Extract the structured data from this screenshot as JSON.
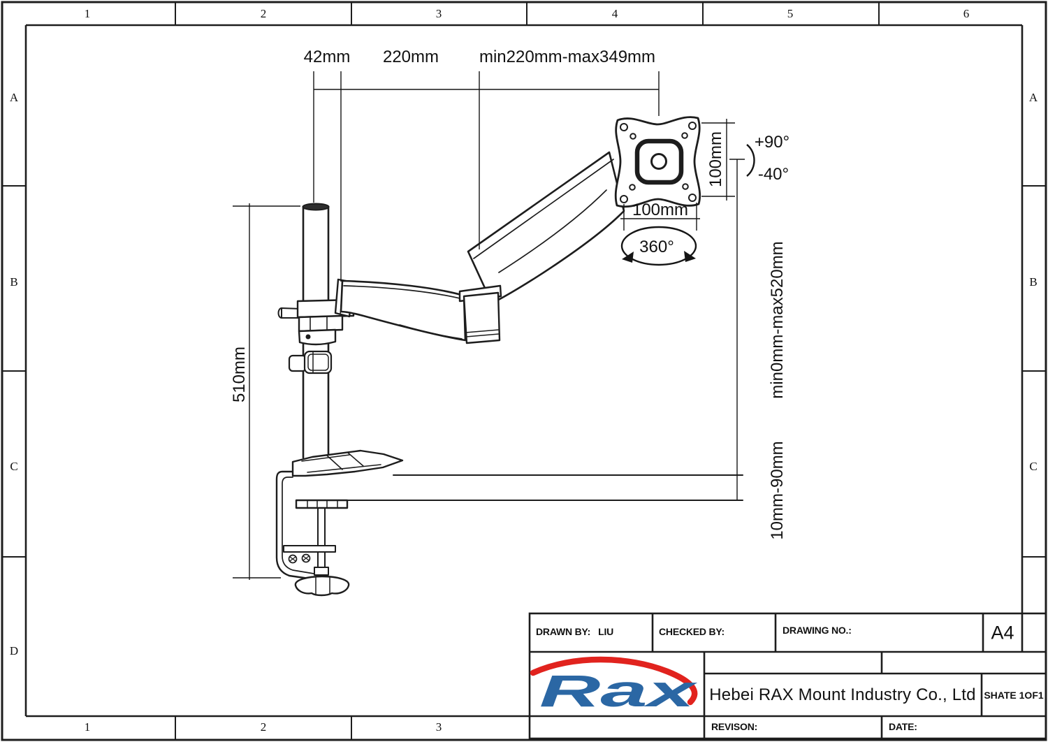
{
  "grid": {
    "top": [
      "1",
      "2",
      "3",
      "4",
      "5",
      "6"
    ],
    "bottom": [
      "1",
      "2",
      "3"
    ],
    "left": [
      "A",
      "B",
      "C",
      "D"
    ],
    "right": [
      "A",
      "B",
      "C"
    ]
  },
  "dims": {
    "pole_diameter": "42mm",
    "arm_fixed": "220mm",
    "arm_range": "min220mm-max349mm",
    "vesa_vertical": "100mm",
    "vesa_horizontal": "100mm",
    "tilt_up": "+90°",
    "tilt_down": "-40°",
    "swivel": "360°",
    "pole_height": "510mm",
    "height_range": "min0mm-max520mm",
    "desk_thickness": "10mm-90mm"
  },
  "title_block": {
    "drawn_by_label": "DRAWN BY:",
    "drawn_by_value": "LIU",
    "checked_by_label": "CHECKED BY:",
    "drawing_no_label": "DRAWING NO.:",
    "paper_size": "A4",
    "company": "Hebei RAX Mount Industry Co., Ltd",
    "sheet_note": "SHATE 1OF1",
    "revision_label": "REVISON:",
    "date_label": "DATE:",
    "logo_text": "Rax"
  },
  "colors": {
    "logo_blue": "#2b67a4",
    "logo_red": "#e1231e",
    "line": "#1d1d1d"
  }
}
